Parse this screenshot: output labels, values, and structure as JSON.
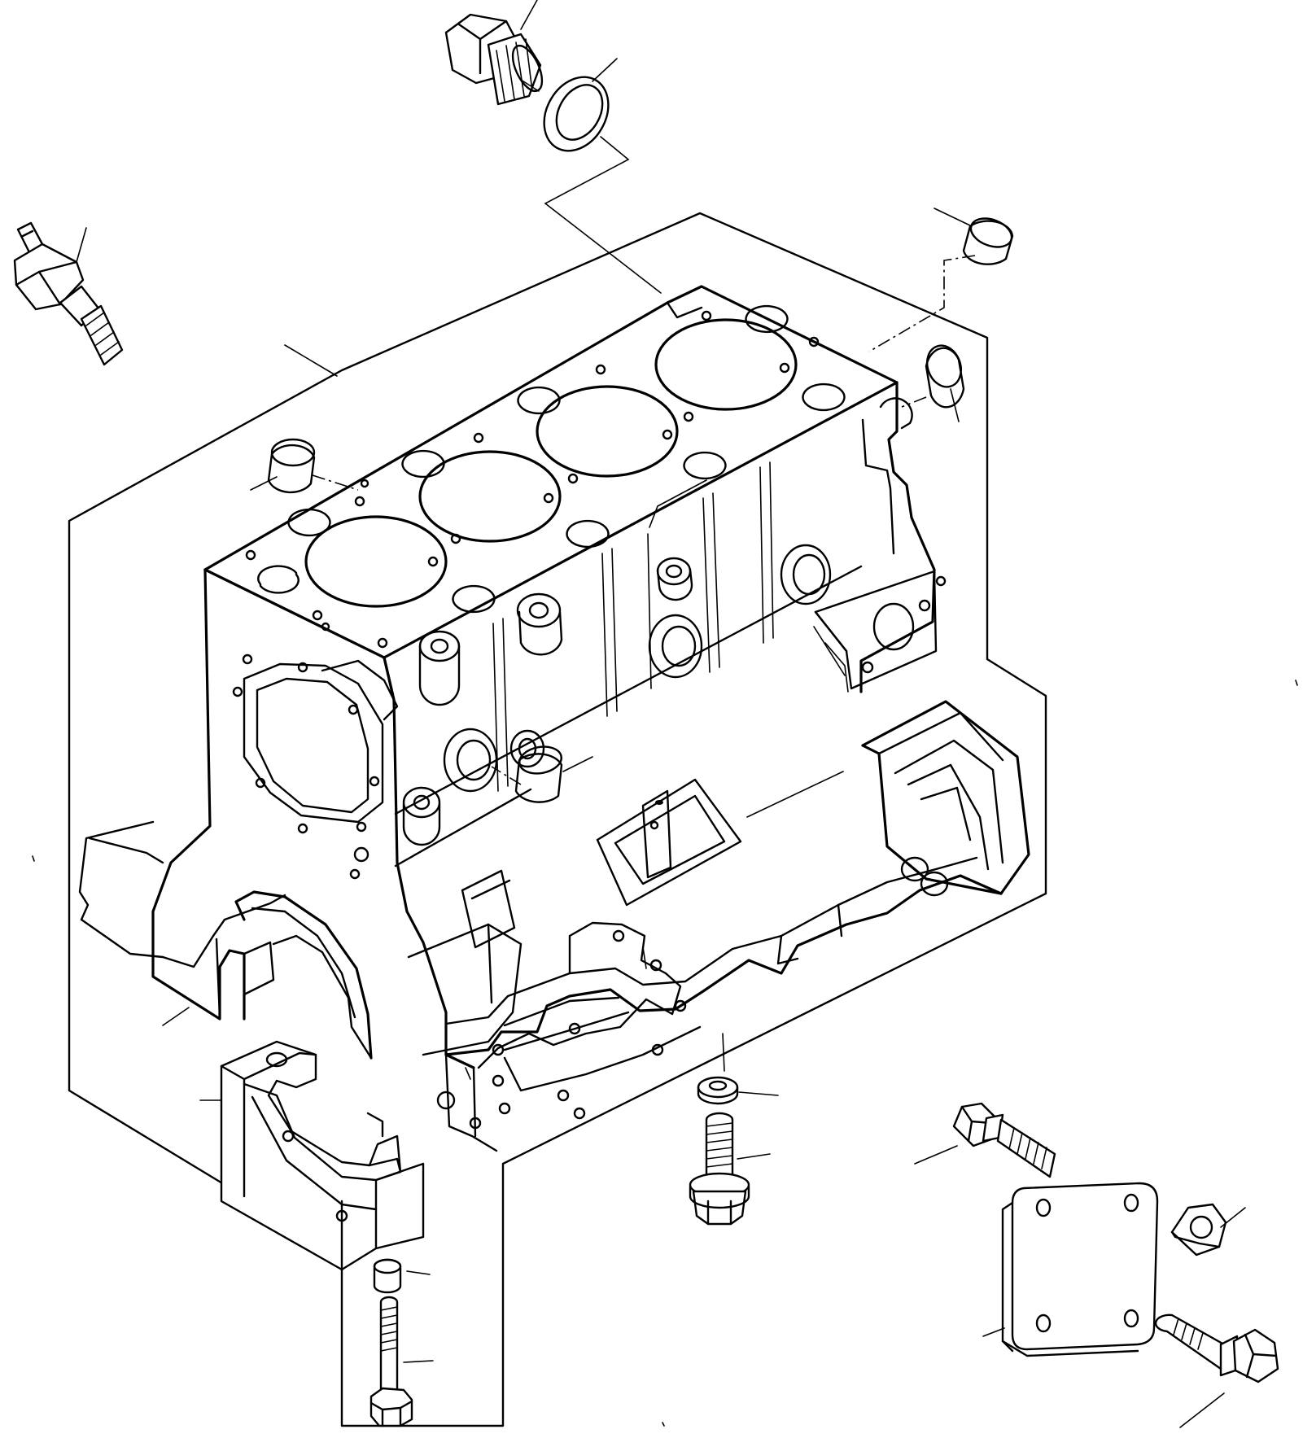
{
  "figure": {
    "background": "#ffffff",
    "line_color": "#000000",
    "parts": [
      "cylinder-block",
      "oil-pressure-switch",
      "drain-plug",
      "drain-plug-gasket",
      "expansion-plug",
      "main-bearing-cap",
      "cap-bolt",
      "cap-dowel",
      "bolt-with-washer",
      "washer",
      "cover-plate",
      "cover-bolt",
      "cover-nut"
    ]
  }
}
